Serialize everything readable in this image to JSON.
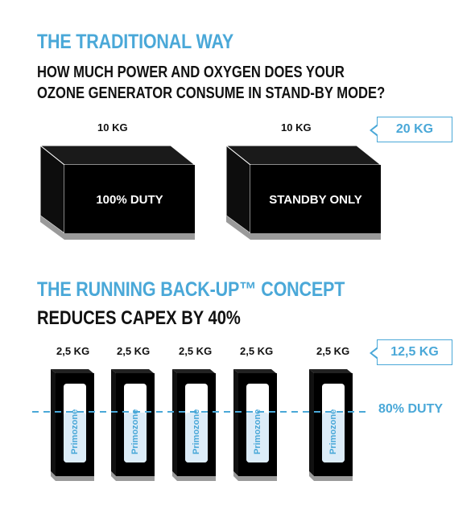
{
  "traditional": {
    "title": "THE TRADITIONAL WAY",
    "question_line1": "HOW MUCH POWER AND OXYGEN DOES YOUR",
    "question_line2": "OZONE GENERATOR CONSUME IN STAND-BY MODE?",
    "boxes": [
      {
        "weight": "10 KG",
        "caption": "100% DUTY"
      },
      {
        "weight": "10 KG",
        "caption": "STANDBY ONLY"
      }
    ],
    "total": "20 KG"
  },
  "running_backup": {
    "title": "THE RUNNING BACK-UP™ CONCEPT",
    "subtitle": "REDUCES CAPEX BY 40%",
    "units": [
      {
        "weight": "2,5 KG",
        "brand": "Primozone"
      },
      {
        "weight": "2,5 KG",
        "brand": "Primozone"
      },
      {
        "weight": "2,5 KG",
        "brand": "Primozone"
      },
      {
        "weight": "2,5 KG",
        "brand": "Primozone"
      },
      {
        "weight": "2,5 KG",
        "brand": "Primozone"
      }
    ],
    "total": "12,5 KG",
    "duty_label": "80% DUTY"
  },
  "colors": {
    "accent": "#4aa8d8",
    "box_fill": "#000000",
    "base_fill": "#9a9a9a",
    "panel_fill": "#dcecf8"
  }
}
